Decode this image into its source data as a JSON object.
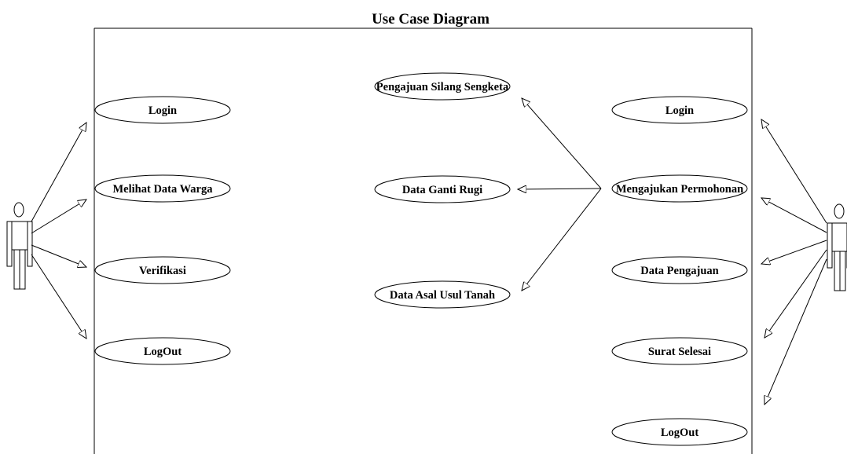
{
  "title": "Use Case Diagram",
  "left_use_cases": [
    "Login",
    "Melihat Data Warga",
    "Verifikasi",
    "LogOut"
  ],
  "center_use_cases": [
    "Pengajuan Silang Sengketa",
    "Data Ganti Rugi",
    "Data Asal Usul Tanah"
  ],
  "right_use_cases": [
    "Login",
    "Mengajukan Permohonan",
    "Data Pengajuan",
    "Surat Selesai",
    "LogOut"
  ],
  "colors": {
    "stroke": "#000000",
    "background": "#ffffff"
  }
}
